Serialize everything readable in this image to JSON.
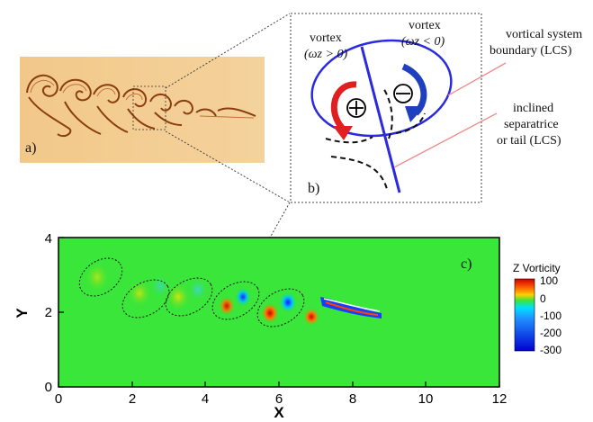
{
  "panel_a": {
    "label": "a)"
  },
  "panel_b": {
    "label": "b)",
    "vortex_left": {
      "title": "vortex",
      "condition": "(ω_z > 0)"
    },
    "vortex_right": {
      "title": "vortex",
      "condition": "(ω_z < 0)"
    },
    "annotation_boundary": [
      "vortical system",
      "boundary (LCS)"
    ],
    "annotation_tail": [
      "inclined",
      "separatrice",
      "or tail (LCS)"
    ],
    "colors": {
      "positive": "#e02020",
      "negative": "#1f3fbf",
      "boundary": "#2a2ae0",
      "pointer": "#f08a8a"
    }
  },
  "panel_c": {
    "label": "c)",
    "xlabel": "X",
    "ylabel": "Y",
    "xticks": [
      "0",
      "2",
      "4",
      "6",
      "8",
      "10",
      "12"
    ],
    "yticks": [
      "0",
      "2",
      "4"
    ],
    "xlim": [
      0,
      12
    ],
    "ylim": [
      0,
      4
    ],
    "colorbar": {
      "title": "Z Vorticity",
      "labels": [
        "100",
        "0",
        "-100",
        "-200",
        "-300"
      ]
    },
    "field_color": "#39e639"
  }
}
